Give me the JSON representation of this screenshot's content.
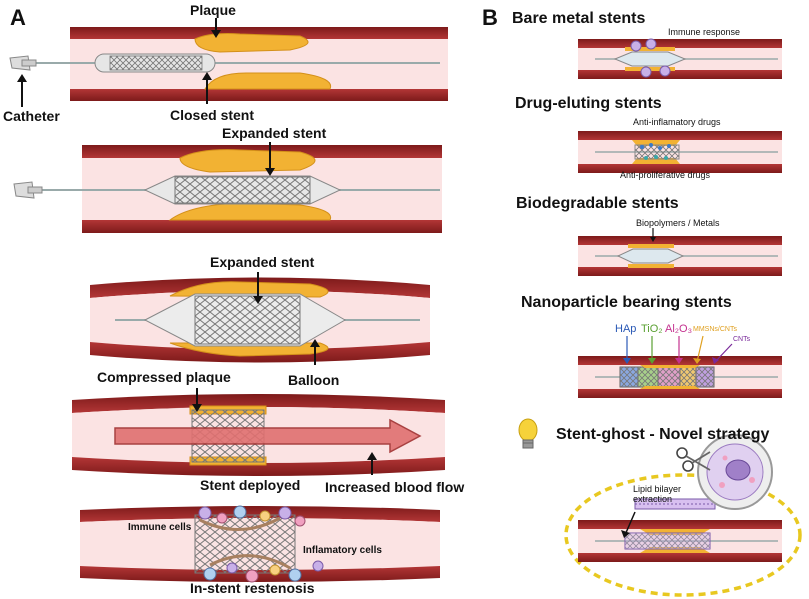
{
  "panel_a": {
    "letter": "A",
    "step1": {
      "plaque": "Plaque",
      "catheter": "Catheter",
      "closed_stent": "Closed stent"
    },
    "step2": {
      "expanded_stent": "Expanded stent"
    },
    "step3": {
      "expanded_stent": "Expanded stent",
      "compressed_plaque": "Compressed plaque",
      "balloon": "Balloon"
    },
    "step4": {
      "stent_deployed": "Stent deployed",
      "increased_flow": "Increased blood flow"
    },
    "step5": {
      "immune_cells": "Immune cells",
      "inflamatory_cells": "Inflamatory cells",
      "restenosis": "In-stent restenosis"
    }
  },
  "panel_b": {
    "letter": "B",
    "bare": {
      "title": "Bare metal stents",
      "note": "Immune response"
    },
    "drug": {
      "title": "Drug-eluting stents",
      "note_top": "Anti-inflamatory drugs",
      "note_bottom": "Anti-proliferative drugs"
    },
    "bio": {
      "title": "Biodegradable stents",
      "note": "Biopolymers / Metals"
    },
    "nano": {
      "title": "Nanoparticle bearing stents",
      "labels": [
        {
          "text": "HAp",
          "color": "#2a59b6"
        },
        {
          "text": "TiO₂",
          "color": "#5aa032"
        },
        {
          "text": "Al₂O₃",
          "color": "#c4318f"
        },
        {
          "text": "MMSNs/CNTs",
          "color": "#e0a020"
        },
        {
          "text": "CNTs",
          "color": "#7a2a9a"
        }
      ]
    },
    "ghost": {
      "title": "Stent-ghost - Novel strategy",
      "note": "Lipid bilayer\nextraction",
      "icon": "lightbulb-icon"
    }
  },
  "colors": {
    "vessel_wall": "#a52a2a",
    "lumen": "#f9dcdc",
    "plaque": "#f2b233",
    "stent": "#8a8a8a",
    "flow_arrow": "#d85a5a",
    "ghost_ring": "#e8c820"
  }
}
